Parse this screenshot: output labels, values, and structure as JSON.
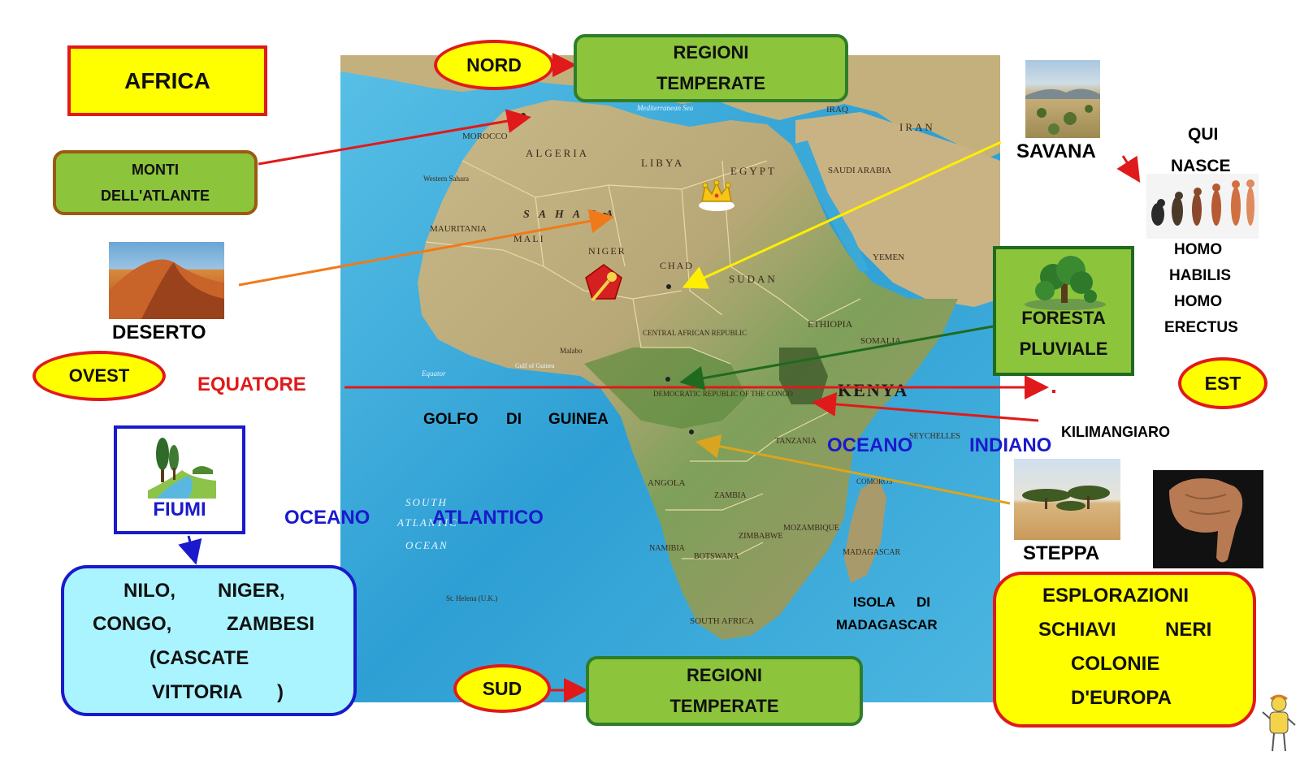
{
  "title": "AFRICA",
  "directions": {
    "north": "NORD",
    "south": "SUD",
    "west": "OVEST",
    "east": "EST"
  },
  "temperate_top": [
    "REGIONI",
    "TEMPERATE"
  ],
  "temperate_bottom": [
    "REGIONI",
    "TEMPERATE"
  ],
  "atlas": [
    "MONTI",
    "DELL'ATLANTE"
  ],
  "desert": "DESERTO",
  "savanna": "SAVANA",
  "rainforest": [
    "FORESTA",
    "PLUVIALE"
  ],
  "steppe": "STEPPA",
  "equator": "EQUATORE",
  "gulf": [
    "GOLFO",
    "DI",
    "GUINEA"
  ],
  "atlantic": [
    "OCEANO",
    "ATLANTICO"
  ],
  "indian": [
    "OCEANO",
    "INDIANO"
  ],
  "kilimanjaro": "KILIMANGIARO",
  "madagascar": [
    "ISOLA",
    "DI",
    "MADAGASCAR"
  ],
  "human": {
    "line1": "QUI",
    "line2": "NASCE",
    "species": [
      "HOMO",
      "HABILIS",
      "HOMO",
      "ERECTUS"
    ]
  },
  "rivers_title": "FIUMI",
  "rivers": [
    "NILO,",
    "NIGER,",
    "CONGO,",
    "ZAMBESI",
    "(CASCATE",
    "VITTORIA",
    ")"
  ],
  "history": [
    "ESPLORAZIONI",
    "SCHIAVI",
    "NERI",
    "COLONIE",
    "D'EUROPA"
  ],
  "map_labels": {
    "morocco": "MOROCCO",
    "algeria": "ALGERIA",
    "libya": "LIBYA",
    "egypt": "EGYPT",
    "sahara": "S A H A R A",
    "mali": "MALI",
    "niger": "NIGER",
    "chad": "CHAD",
    "sudan": "SUDAN",
    "mauritania": "MAURITANIA",
    "western_sahara": "Western Sahara",
    "car": "CENTRAL AFRICAN REPUBLIC",
    "drc": "DEMOCRATIC REPUBLIC OF THE CONGO",
    "kenya": "KENYA",
    "ethiopia": "ETHIOPIA",
    "somalia": "SOMALIA",
    "tanzania": "TANZANIA",
    "angola": "ANGOLA",
    "zambia": "ZAMBIA",
    "zimbabwe": "ZIMBABWE",
    "namibia": "NAMIBIA",
    "botswana": "BOTSWANA",
    "south_africa": "SOUTH AFRICA",
    "mozambique": "MOZAMBIQUE",
    "madagascar_map": "MADAGASCAR",
    "saudi": "SAUDI ARABIA",
    "iran": "IRAN",
    "iraq": "IRAQ",
    "yemen": "YEMEN",
    "seychelles": "SEYCHELLES",
    "comoros": "COMOROS",
    "mediterranean": "Mediterranean Sea",
    "atlantic_map": [
      "SOUTH",
      "ATLANTIC",
      "OCEAN"
    ],
    "st_helena": "St. Helena (U.K.)",
    "equator_map": "Equator",
    "gulf_map": "Gulf of Guinea",
    "malabo": "Malabo"
  },
  "colors": {
    "ocean": "#3aa9d8",
    "green_box": "#8cc43c",
    "yellow": "#ffff00",
    "red": "#e01a1a",
    "blue_text": "#1a1acc"
  }
}
